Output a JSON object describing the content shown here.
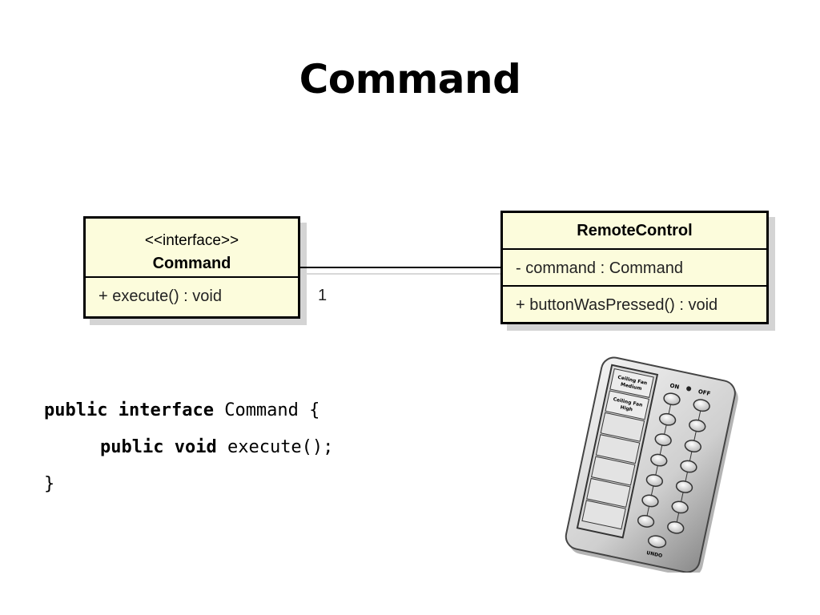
{
  "slide": {
    "title": "Command"
  },
  "uml": {
    "command_class": {
      "stereotype": "<<interface>>",
      "name": "Command",
      "operations": [
        "+ execute() : void"
      ]
    },
    "remote_class": {
      "name": "RemoteControl",
      "attributes": [
        "- command : Command"
      ],
      "operations": [
        "+ buttonWasPressed() : void"
      ]
    },
    "association": {
      "multiplicity": "1"
    }
  },
  "code": {
    "line1": {
      "kw1": "public",
      "kw2": "interface",
      "rest": " Command {"
    },
    "line2": {
      "kw1": "public",
      "kw2": "void",
      "rest": " execute();"
    },
    "line3": "}"
  },
  "remote_image": {
    "labels": [
      "Ceiling Fan",
      "Medium",
      "Ceiling Fan",
      "High"
    ],
    "on_label": "ON",
    "off_label": "OFF",
    "undo_label": "UNDO"
  }
}
